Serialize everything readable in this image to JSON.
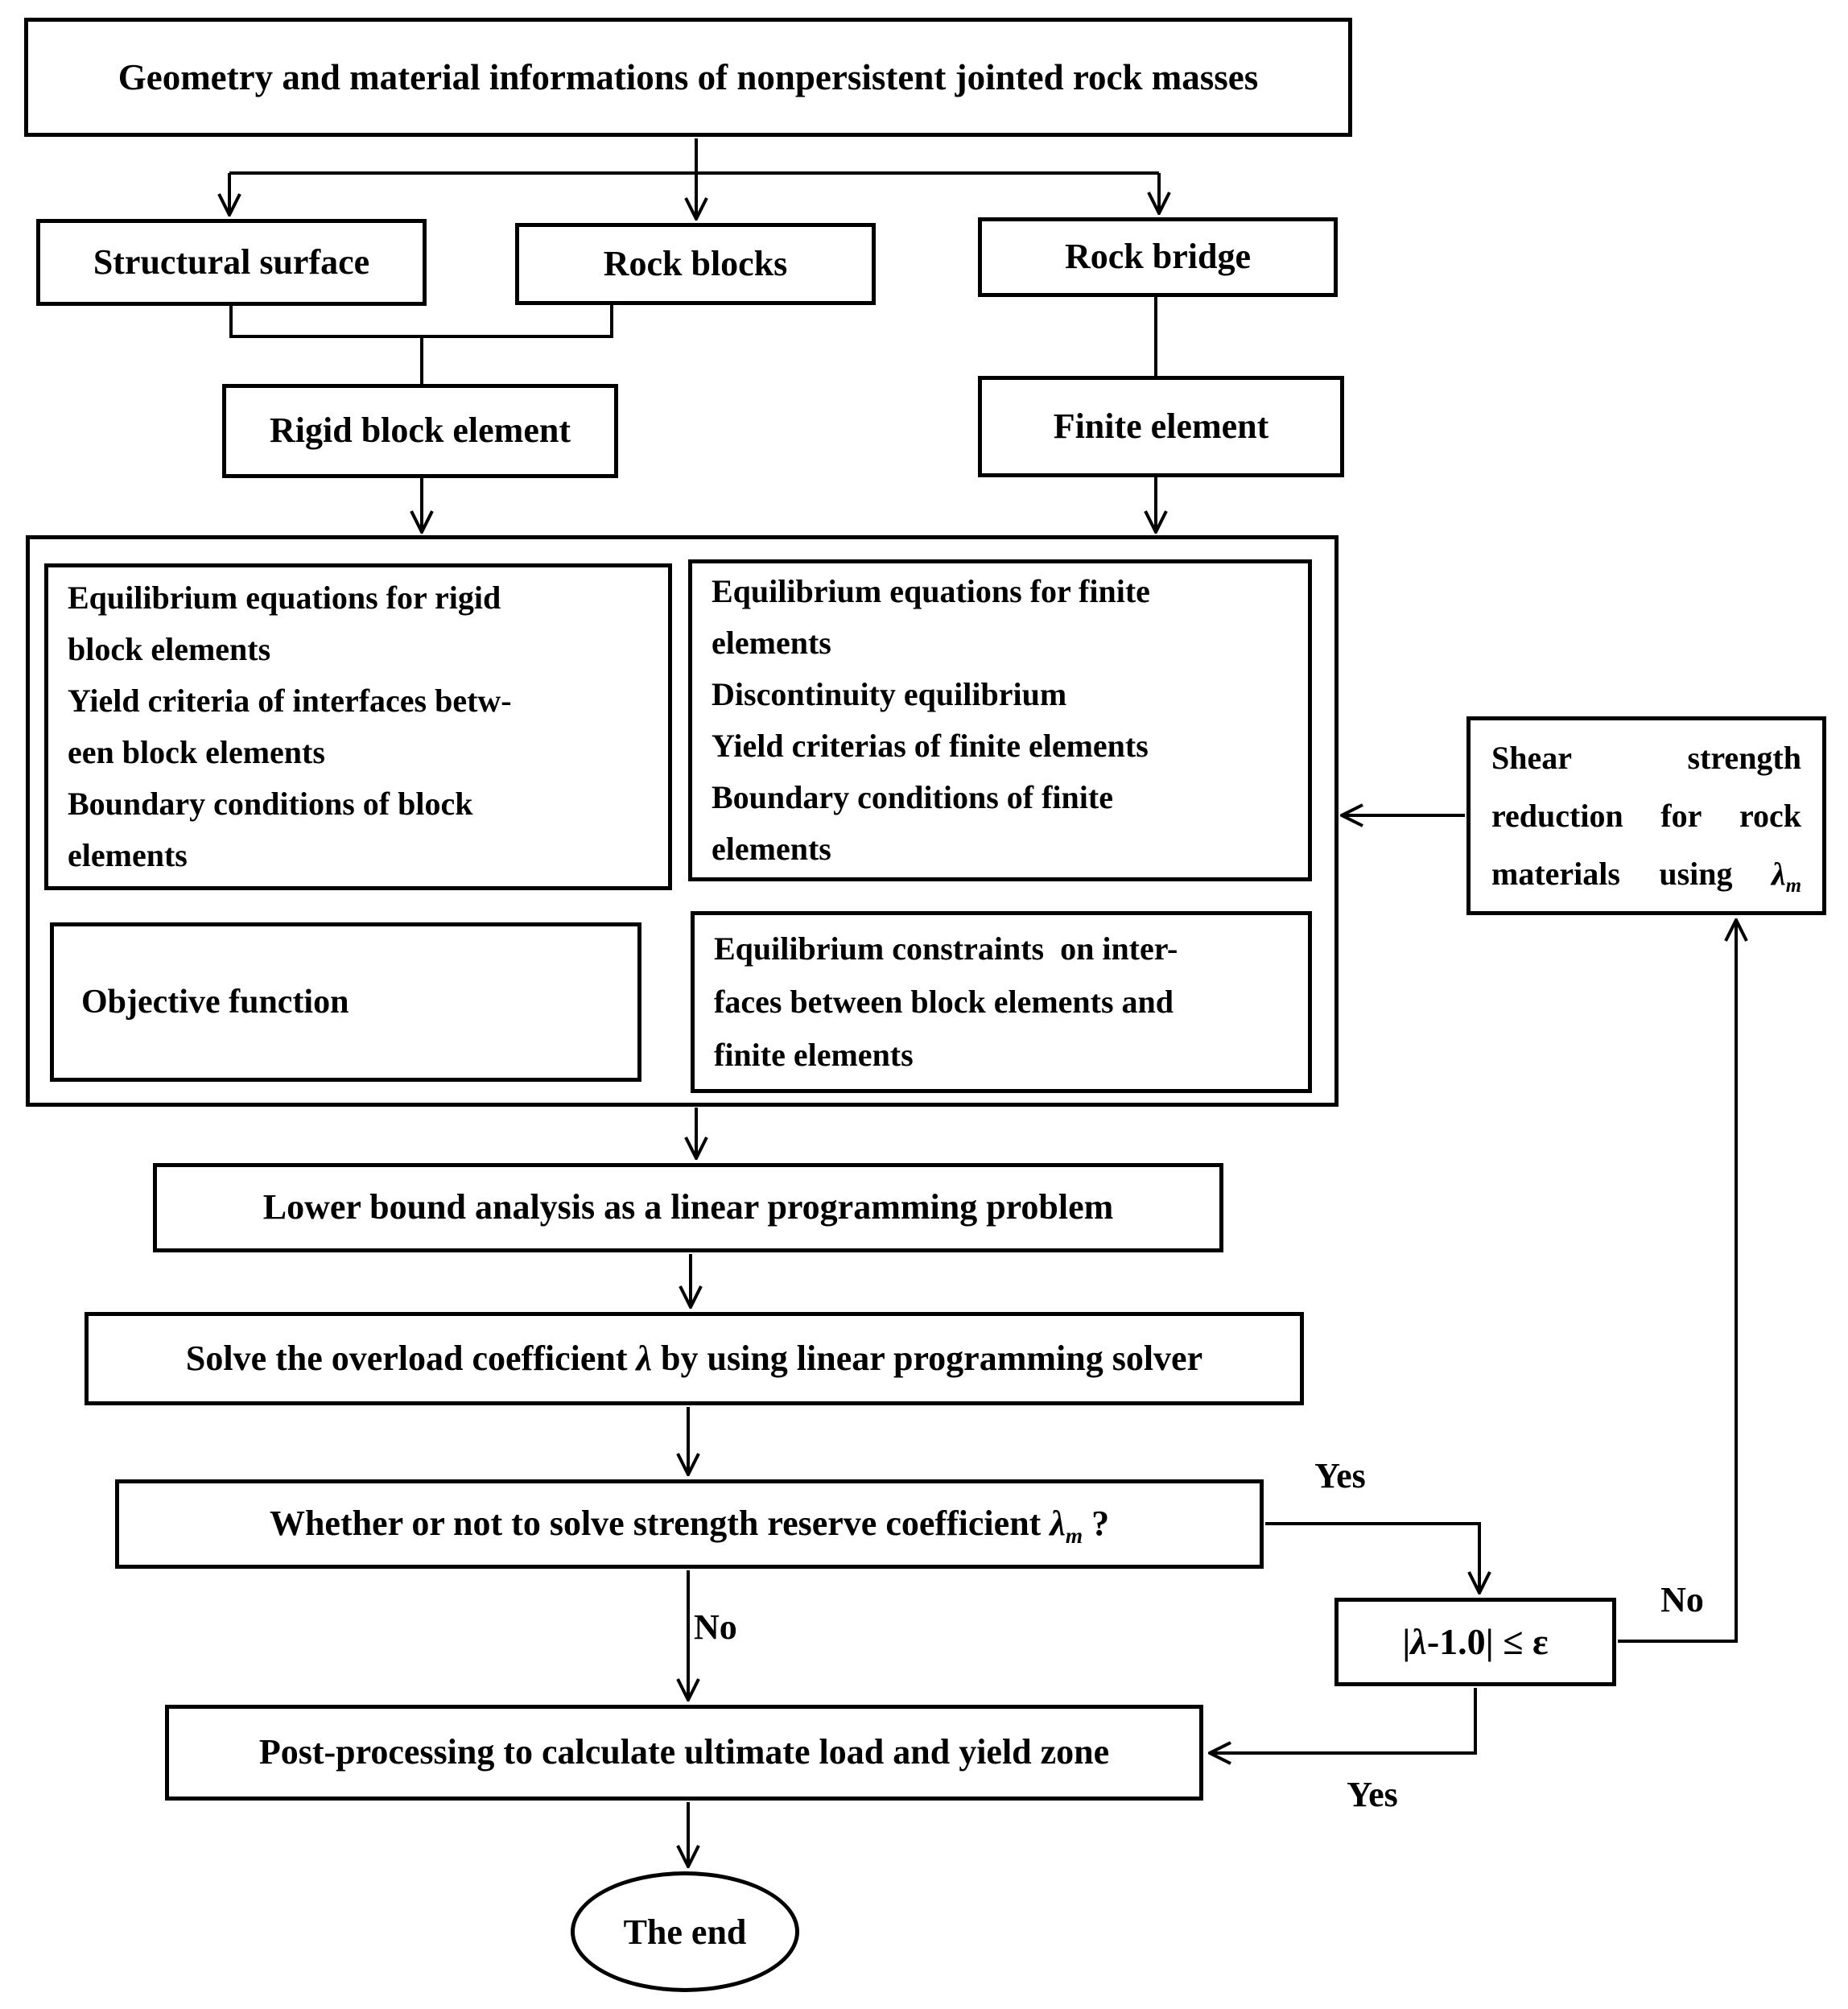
{
  "nodes": {
    "geometry_input": {
      "text": "Geometry and material informations of nonpersistent jointed rock masses"
    },
    "structural_surface": {
      "text": "Structural surface"
    },
    "rock_blocks": {
      "text": "Rock blocks"
    },
    "rock_bridge": {
      "text": "Rock bridge"
    },
    "rigid_block_element": {
      "text": "Rigid block element"
    },
    "finite_element": {
      "text": "Finite element"
    },
    "rigid_formulation": {
      "lines": [
        "Equilibrium equations for rigid",
        "block elements",
        "Yield criteria of interfaces betw-",
        "een block elements",
        "Boundary conditions of block",
        "elements"
      ]
    },
    "finite_formulation": {
      "lines": [
        "Equilibrium equations for finite",
        "elements",
        "Discontinuity equilibrium",
        "Yield criterias of finite elements",
        "Boundary conditions of finite",
        "elements"
      ]
    },
    "objective_function": {
      "text": "Objective function"
    },
    "equilibrium_constraints": {
      "lines": [
        "Equilibrium constraints  on inter-",
        "faces between block elements and",
        "finite elements"
      ]
    },
    "shear_strength_reduction": {
      "line1": [
        "Shear",
        "strength"
      ],
      "line2": [
        "reduction",
        "for",
        "rock"
      ],
      "line3": [
        "materials",
        "using"
      ],
      "lambda": "λ",
      "lambda_sub": "m"
    },
    "lower_bound": {
      "text": "Lower bound analysis as a linear programming problem"
    },
    "solve_overload": {
      "pre": "Solve the overload coefficient ",
      "lambda": "λ",
      "post": " by using linear programming solver"
    },
    "strength_reserve_question": {
      "pre": "Whether or not to solve strength reserve coefficient ",
      "lambda": "λ",
      "lambda_sub": "m",
      "post": " ?"
    },
    "convergence_check": {
      "p1": "|",
      "lambda": "λ",
      "p2": "-1.0| ≤ ε"
    },
    "post_processing": {
      "text": "Post-processing to calculate ultimate load and yield zone"
    },
    "the_end": {
      "text": "The end"
    }
  },
  "edge_labels": {
    "yes_to_check": "Yes",
    "no_to_post": "No",
    "no_loop": "No",
    "yes_to_post": "Yes"
  },
  "colors": {
    "line": "#000000",
    "background": "#ffffff"
  }
}
